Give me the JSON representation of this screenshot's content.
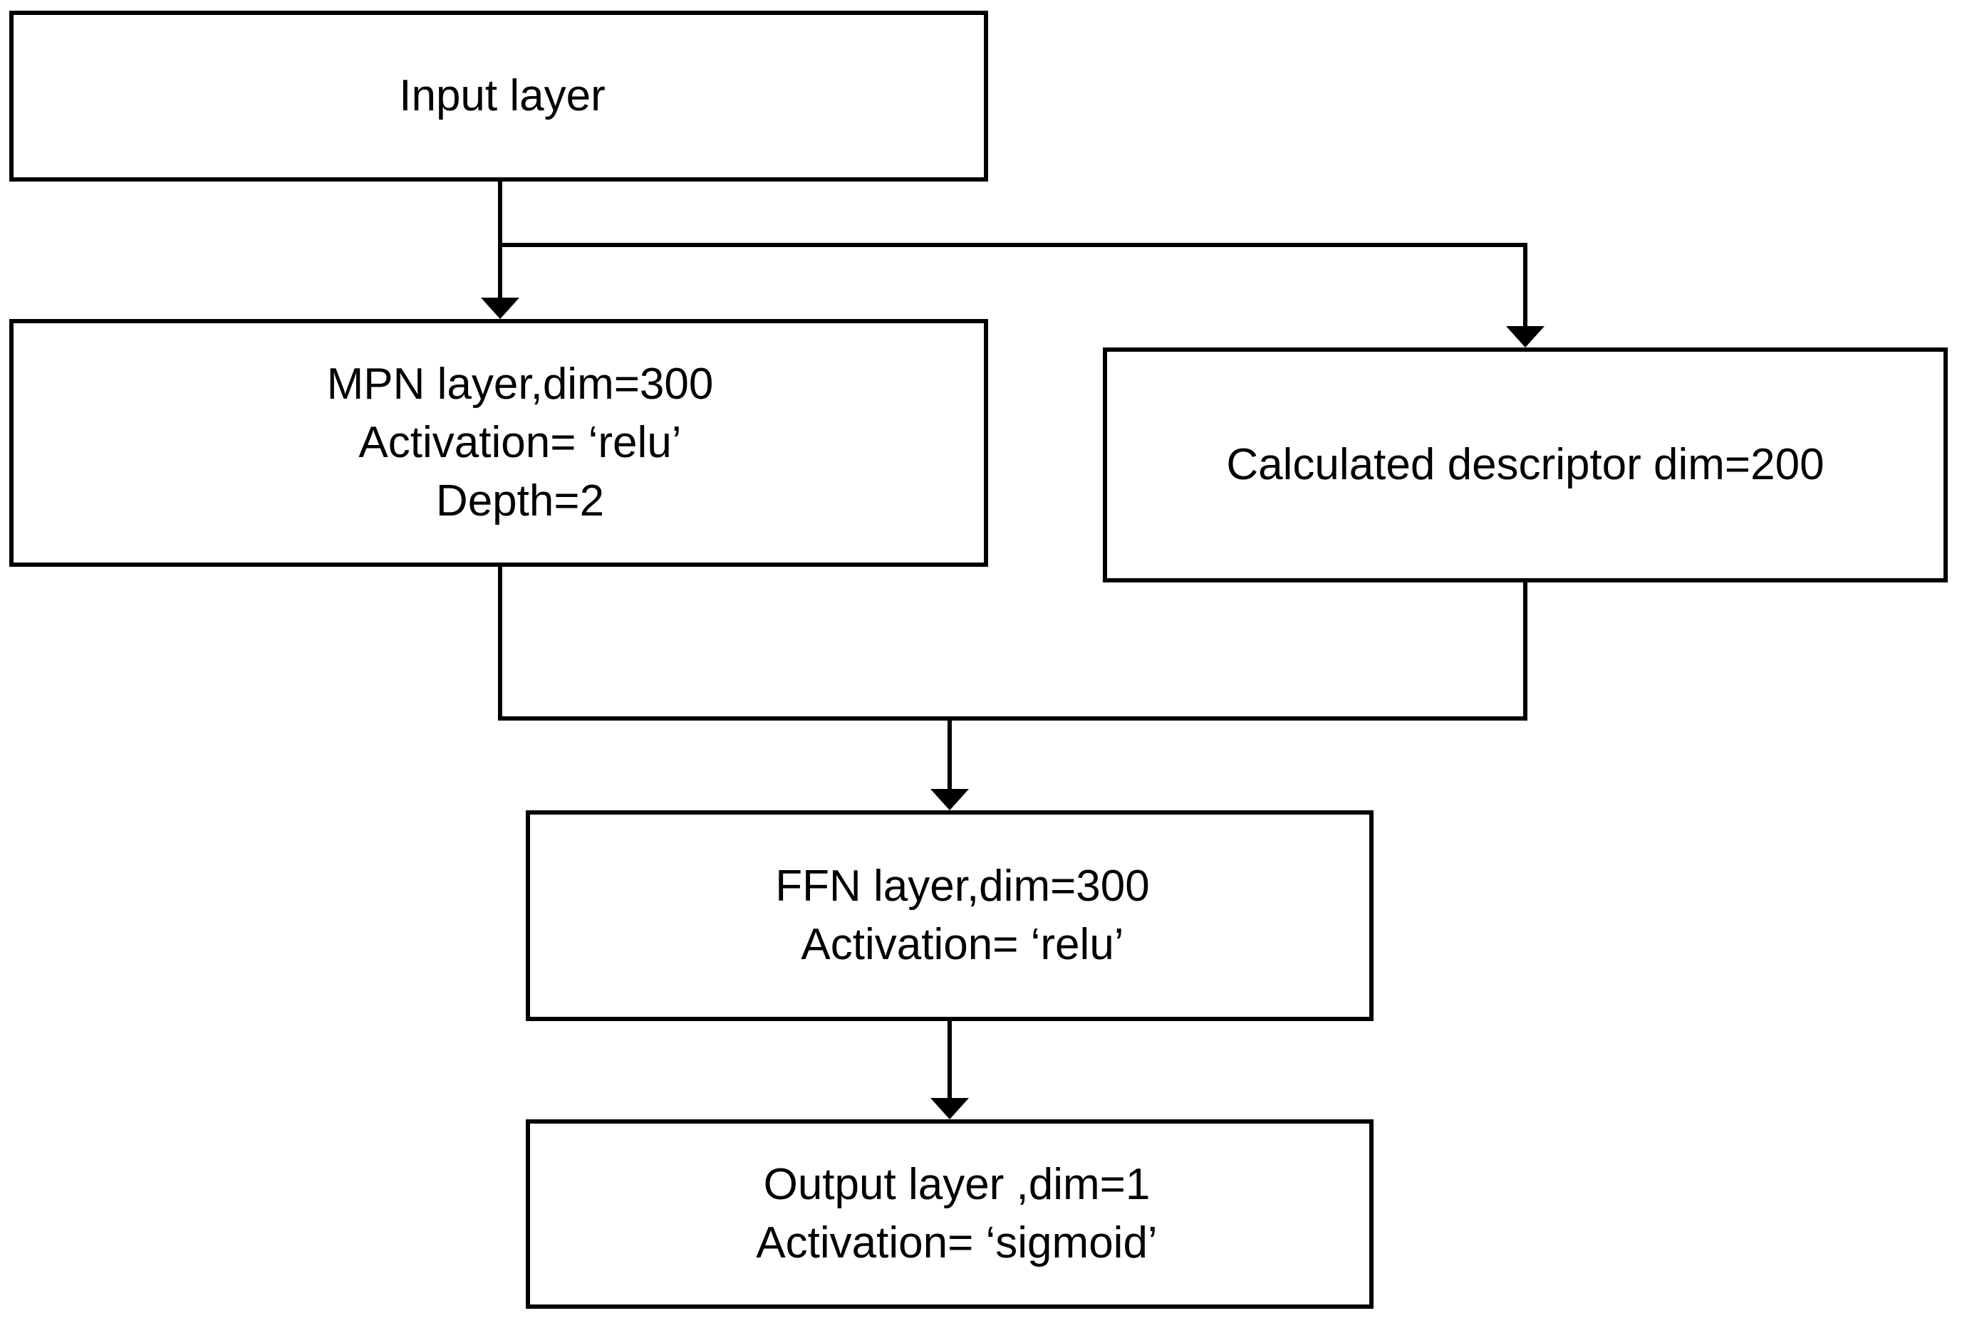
{
  "diagram": {
    "title": "Model architecture flowchart",
    "type": "flowchart",
    "orientation": "top-to-bottom",
    "stroke_color": "#000000",
    "background_color": "#ffffff",
    "nodes": [
      {
        "id": "input",
        "shape": "rectangle",
        "lines": [
          "Input layer"
        ],
        "text": "Input layer"
      },
      {
        "id": "mpn",
        "shape": "rectangle",
        "lines": [
          "MPN layer,dim=300",
          "Activation= ‘relu’",
          "Depth=2"
        ],
        "text": "MPN layer,dim=300\nActivation= ‘relu’\nDepth=2"
      },
      {
        "id": "descriptor",
        "shape": "rectangle",
        "lines": [
          "Calculated descriptor dim=200"
        ],
        "text": "Calculated descriptor dim=200"
      },
      {
        "id": "ffn",
        "shape": "rectangle",
        "lines": [
          "FFN layer,dim=300",
          "Activation= ‘relu’"
        ],
        "text": "FFN layer,dim=300\nActivation= ‘relu’"
      },
      {
        "id": "output",
        "shape": "rectangle",
        "lines": [
          "Output layer ,dim=1",
          "Activation= ‘sigmoid’"
        ],
        "text": "Output layer ,dim=1\nActivation= ‘sigmoid’"
      }
    ],
    "edges": [
      {
        "from": "input",
        "to": "mpn",
        "style": "orthogonal",
        "arrow": "end"
      },
      {
        "from": "input",
        "to": "descriptor",
        "style": "orthogonal",
        "arrow": "end"
      },
      {
        "from": "mpn",
        "to": "ffn",
        "style": "orthogonal",
        "arrow": "end"
      },
      {
        "from": "descriptor",
        "to": "ffn",
        "style": "orthogonal",
        "arrow": "end"
      },
      {
        "from": "ffn",
        "to": "output",
        "style": "straight",
        "arrow": "end"
      }
    ]
  }
}
